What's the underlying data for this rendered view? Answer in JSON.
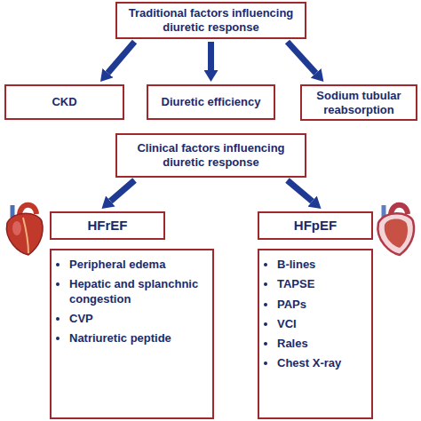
{
  "diagram": {
    "nodes": [
      {
        "text": [
          "Traditional factors influencing diuretic response"
        ]
      },
      {
        "text": [
          "CKD"
        ]
      },
      {
        "text": [
          "Diuretic efficiency"
        ]
      },
      {
        "text": [
          "Sodium tubular reabsorption"
        ]
      },
      {
        "text": [
          "Clinical factors influencing diuretic response"
        ]
      },
      {
        "text": [
          "HFrEF"
        ]
      },
      {
        "text": [
          "HFpEF"
        ]
      },
      {
        "text": [
          "Peripheral edema",
          "Hepatic and splanchnic congestion",
          "CVP",
          "Natriuretic peptide"
        ]
      },
      {
        "text": [
          "B-lines",
          "TAPSE",
          "PAPs",
          "VCI",
          "Rales",
          "Chest X-ray"
        ]
      }
    ],
    "edges": [
      {
        "from": 0,
        "to": 1,
        "arrow": "to"
      },
      {
        "from": 0,
        "to": 2,
        "arrow": "to"
      },
      {
        "from": 0,
        "to": 3,
        "arrow": "to"
      },
      {
        "from": 4,
        "to": 5,
        "arrow": "to"
      },
      {
        "from": 4,
        "to": 6,
        "arrow": "to"
      }
    ]
  }
}
